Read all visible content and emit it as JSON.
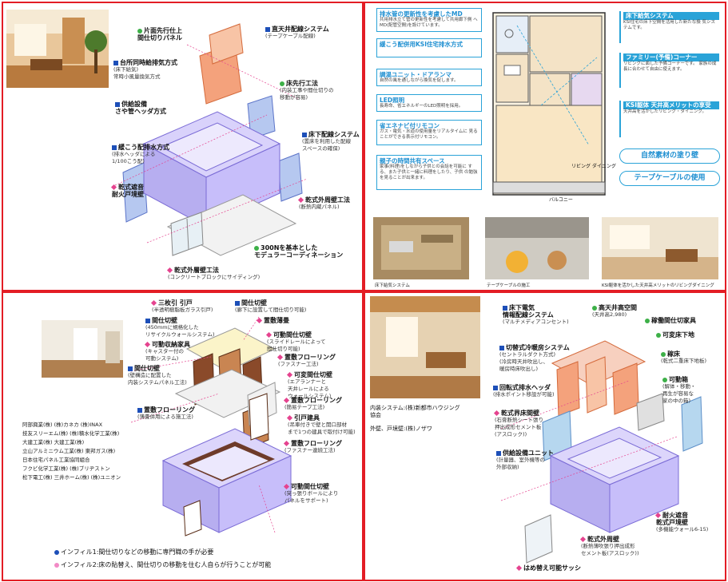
{
  "colors": {
    "frame": "#e31d25",
    "blue": "#1d4fb8",
    "green": "#3db048",
    "pink": "#e5438f",
    "lavender": "#b7aef0",
    "orange": "#f08a5d",
    "cyan": "#2aa3d8"
  },
  "panel1": {
    "labels": [
      {
        "icon": "green-bullet-icon",
        "title": "片面先行仕上\n間仕切りパネル",
        "sub": ""
      },
      {
        "icon": "blue-square-icon",
        "title": "直天井配線システム",
        "sub": "(テープケーブル配線)"
      },
      {
        "icon": "blue-square-icon",
        "title": "台所同時給排気方式",
        "sub": "(床下給気)\n常時小風量換気方式"
      },
      {
        "icon": "green-bullet-icon",
        "title": "床先行工法",
        "sub": "(内装工事や間仕切りの\n移動が容易)"
      },
      {
        "icon": "blue-square-icon",
        "title": "供給設備\nさや管ヘッダ方式",
        "sub": ""
      },
      {
        "icon": "blue-square-icon",
        "title": "床下配線システム",
        "sub": "(置床を利用した配線\nスペースの確保)"
      },
      {
        "icon": "blue-square-icon",
        "title": "緩こう配排水方式",
        "sub": "(排水ヘッダによる\n1/100こう配)"
      },
      {
        "icon": "pink-diamond-icon",
        "title": "乾式遮音\n耐火戸境壁",
        "sub": ""
      },
      {
        "icon": "pink-diamond-icon",
        "title": "乾式外周壁工法",
        "sub": "(断熱内蔵パネル)"
      },
      {
        "icon": "green-bullet-icon",
        "title": "300Nを基本とした\nモデュラーコーディネーション",
        "sub": ""
      },
      {
        "icon": "pink-diamond-icon",
        "title": "乾式外層壁工法",
        "sub": "(コンクリートブロックにサイディング)"
      }
    ]
  },
  "panel2": {
    "left_boxes": [
      {
        "title": "排水管の更新性を考慮したMD",
        "desc": "共用排水立て管の更新性を考慮して共用廊下側\nへMD(配管空間)を設けています。"
      },
      {
        "title": "緩こう配併用KSI住宅排水方式",
        "desc": ""
      },
      {
        "title": "調温ユニット・ドアランマ",
        "desc": "自然の風を通しながら換気を促します。"
      },
      {
        "title": "LED照明",
        "desc": "長寿命、省エネルギーのLED照明を採用。"
      },
      {
        "title": "省エネナビ付リモコン",
        "desc": "ガス・電気・水道の使用量をリアルタイムに\n見ることができる表示付リモコン。"
      },
      {
        "title": "親子の時間共有スペース",
        "desc": "家事(料理)をしながら子供との会話を可能に\nする、また子供と一緒に料理をしたり、子供\nの勉強を見ることが出来ます。"
      }
    ],
    "right_boxes": [
      {
        "title": "床下給気システム",
        "desc": "KSI住宅の床下空間を活用した新たな換\n気システムです。"
      },
      {
        "title": "ファミリー(予備)コーナー",
        "desc": "リビングに面した予備コーナーです。\n家族の成長に合わせて自由に使えます。"
      },
      {
        "title": "KSI躯体\n天井高メリットの享受",
        "desc": "天井高を活かしたリビング・ダイニング。"
      }
    ],
    "pills": [
      "自然素材の塗り壁",
      "テープケーブルの使用"
    ],
    "photo_captions": [
      "床下給気システム",
      "テープケーブルの施工",
      "KSI躯体を活かした天井高メリットのリビングダイニング"
    ],
    "plan_labels": [
      "バルコニー",
      "リビング\nダイニング"
    ]
  },
  "panel3": {
    "labels": [
      {
        "icon": "pink-diamond-icon",
        "title": "三枚引 引戸",
        "sub": "(半透明樹脂板ガラス引戸)"
      },
      {
        "icon": "blue-square-icon",
        "title": "間仕切壁",
        "sub": "(廊下に設置して間仕切り可能)"
      },
      {
        "icon": "blue-square-icon",
        "title": "間仕切壁",
        "sub": "(450mmに規格化した\nリサイクルウォールシステム)"
      },
      {
        "icon": "pink-diamond-icon",
        "title": "置敷薄畳",
        "sub": ""
      },
      {
        "icon": "pink-diamond-icon",
        "title": "可動間仕切壁",
        "sub": "(スライドレールによって\n間仕切り可能)"
      },
      {
        "icon": "pink-diamond-icon",
        "title": "可動収納家具",
        "sub": "(キャスター付の\n可動システム)"
      },
      {
        "icon": "pink-diamond-icon",
        "title": "置敷フローリング",
        "sub": "(ファスナー工法)"
      },
      {
        "icon": "blue-square-icon",
        "title": "間仕切壁",
        "sub": "(壁構造に配置した\n内装システムパネル工法)"
      },
      {
        "icon": "pink-diamond-icon",
        "title": "可変間仕切壁",
        "sub": "(エアランナーと\n天井レールによる\nウォールシステム)"
      },
      {
        "icon": "blue-square-icon",
        "title": "置敷フローリング",
        "sub": "(薄畳併用による施工法)"
      },
      {
        "icon": "pink-diamond-icon",
        "title": "置敷フローリング",
        "sub": "(簡易テープ工法)"
      },
      {
        "icon": "pink-diamond-icon",
        "title": "引戸建具",
        "sub": "(吊車付きで壁と開口部材\nまで1つの建具で取付け可能)"
      },
      {
        "icon": "pink-diamond-icon",
        "title": "置敷フローリング",
        "sub": "(ファスナー連続工法)"
      },
      {
        "icon": "pink-diamond-icon",
        "title": "可動間仕切壁",
        "sub": "(突っ張りボールにより\nパネルをサポート)"
      }
    ],
    "company_list": [
      "阿部興業(株) (株)カネカ (株)INAX",
      "技友スリーエム(株) (株)積水化学工業(株)",
      "大建工業(株) 大建工業(株)",
      "立山アルミニウム工業(株) 東邦ガス(株)",
      "日本住宅パネル工業協同組合",
      "フクビ化学工業(株) (株)ブリヂストン",
      "松下電工(株) 三井ホーム(株) (株)ユニオン"
    ],
    "legend": [
      {
        "icon": "blue-circle-icon",
        "text": "インフィル1:間仕切りなどの移動に専門職の手が必要"
      },
      {
        "icon": "pink-circle-icon",
        "text": "インフィル2:床の貼替え、間仕切りの移動を住む人自らが行うことが可能"
      }
    ]
  },
  "panel4": {
    "credits": [
      "内装システム:(株)新都市ハウジング\n協会",
      "外壁、戸境壁:(株)ノザワ"
    ],
    "labels": [
      {
        "icon": "blue-square-icon",
        "title": "床下電気\n情報配線システム",
        "sub": "(マルチメディアコンセント)"
      },
      {
        "icon": "green-bullet-icon",
        "title": "高天井高空間",
        "sub": "(天井高2,980)"
      },
      {
        "icon": "green-bullet-icon",
        "title": "稼働間仕切家具",
        "sub": ""
      },
      {
        "icon": "green-bullet-icon",
        "title": "可変床下地",
        "sub": ""
      },
      {
        "icon": "blue-square-icon",
        "title": "切替式冷暖房システム",
        "sub": "(セントラルダクト方式)\n(冷房時天井吹出し、\n暖房時床吹出し)"
      },
      {
        "icon": "green-bullet-icon",
        "title": "稼床",
        "sub": "(乾式二重床下地板)"
      },
      {
        "icon": "blue-square-icon",
        "title": "回転式排水ヘッダ",
        "sub": "(排水ポイント移設が可能)"
      },
      {
        "icon": "green-bullet-icon",
        "title": "可動箱",
        "sub": "(解体・移動・\n再生が容易な\n家の中の箱)"
      },
      {
        "icon": "pink-diamond-icon",
        "title": "乾式界床間壁",
        "sub": "(石膏断熱シート張り\n押出成形セメント板\n(アスロック))"
      },
      {
        "icon": "blue-square-icon",
        "title": "供給設備ユニット",
        "sub": "(計量器、室外機等の\n外部収納)"
      },
      {
        "icon": "pink-diamond-icon",
        "title": "耐火遮音\n乾式戸境壁",
        "sub": "(多機能ウォール6-15)"
      },
      {
        "icon": "pink-diamond-icon",
        "title": "乾式外周壁",
        "sub": "(断熱薄吹張り押出成形\nセメント板(アスロック))"
      },
      {
        "icon": "pink-diamond-icon",
        "title": "はめ替え可能サッシ",
        "sub": ""
      }
    ]
  }
}
